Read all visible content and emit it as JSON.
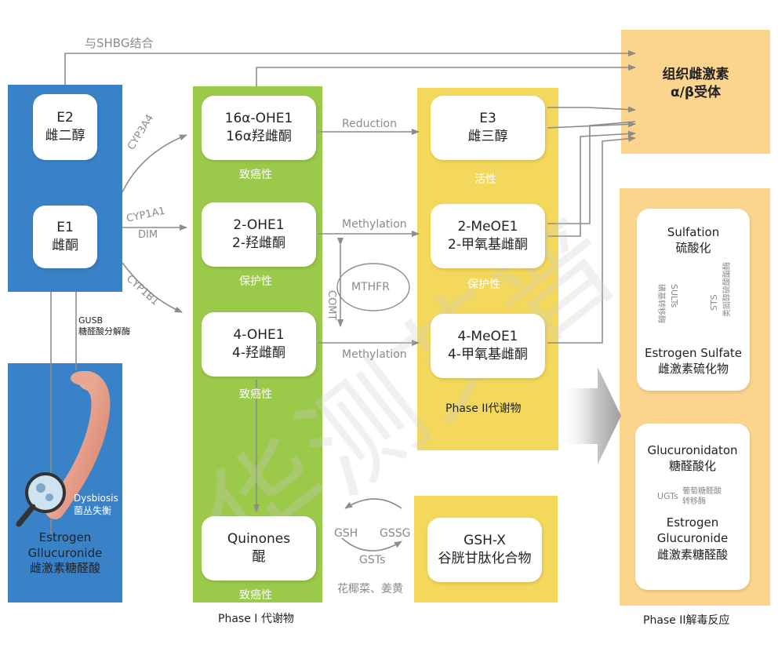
{
  "colors": {
    "blue": "#3a82c8",
    "green": "#9bc94a",
    "yellow": "#f4d85b",
    "orange": "#fbd58d",
    "arrow": "#8c8c8c",
    "watermark": "#e6e6e6"
  },
  "shbg_label": "与SHBG结合",
  "left": {
    "e2": {
      "line1": "E2",
      "line2": "雌二醇"
    },
    "e1": {
      "line1": "E1",
      "line2": "雌酮"
    },
    "gusb": {
      "line1": "GUSB",
      "line2": "糖醛酸分解酶"
    },
    "dysbiosis": {
      "line1": "Dysbiosis",
      "line2": "菌丛失衡"
    },
    "glucuronide": {
      "line1": "Estrogen",
      "line2": "Gllucuronide",
      "line3": "雌激素糖醛酸"
    }
  },
  "enzymes": {
    "cyp3a4": "CYP3A4",
    "cyp1a1": "CYP1A1",
    "dim": "DIM",
    "cyp1b1": "CYP1B1"
  },
  "phase1": {
    "box16": {
      "line1": "16α-OHE1",
      "line2": "16α羟雌酮",
      "tag": "致癌性"
    },
    "box2": {
      "line1": "2-OHE1",
      "line2": "2-羟雌酮",
      "tag": "保护性"
    },
    "box4": {
      "line1": "4-OHE1",
      "line2": "4-羟雌酮",
      "tag": "致癌性"
    },
    "quinones": {
      "line1": "Quinones",
      "line2": "醌",
      "tag": "致癌性"
    },
    "title": "Phase I 代谢物"
  },
  "reactions": {
    "reduction": "Reduction",
    "methylation1": "Methylation",
    "methylation2": "Methylation",
    "comt": "COMT",
    "mthfr": "MTHFR"
  },
  "phase2": {
    "e3": {
      "line1": "E3",
      "line2": "雌三醇",
      "tag": "活性"
    },
    "meoe2": {
      "line1": "2-MeOE1",
      "line2": "2-甲氧基雌酮",
      "tag": "保护性"
    },
    "meoe4": {
      "line1": "4-MeOE1",
      "line2": "4-甲氧基雌酮"
    },
    "title": "Phase II代谢物"
  },
  "gsh": {
    "gsh": "GSH",
    "gssg": "GSSG",
    "gsts": "GSTs",
    "foods": "花椰菜、姜黄",
    "box": {
      "line1": "GSH-X",
      "line2": "谷胱甘肽化合物"
    }
  },
  "receptor": {
    "line1": "组织雌激素",
    "line2": "α/β受体"
  },
  "detox": {
    "sulfation": {
      "line1": "Sulfation",
      "line2": "硫酸化"
    },
    "sults": "SULTs",
    "sults_cn": "磺基转移酶",
    "sts": "STS",
    "sts_cn": "类固醇硫酸酯酶",
    "sulfate": {
      "line1": "Estrogen Sulfate",
      "line2": "雌激素硫化物"
    },
    "gluc": {
      "line1": "Glucuronidaton",
      "line2": "糖醛酸化"
    },
    "ugts": "UGTs",
    "ugts_cn1": "葡萄糖醛酸",
    "ugts_cn2": "转移酶",
    "gluc_product": {
      "line1": "Estrogen",
      "line2": "Glucuronide",
      "line3": "雌激素糖醛酸"
    },
    "title": "Phase II解毒反应"
  },
  "watermark": "华测艾普"
}
